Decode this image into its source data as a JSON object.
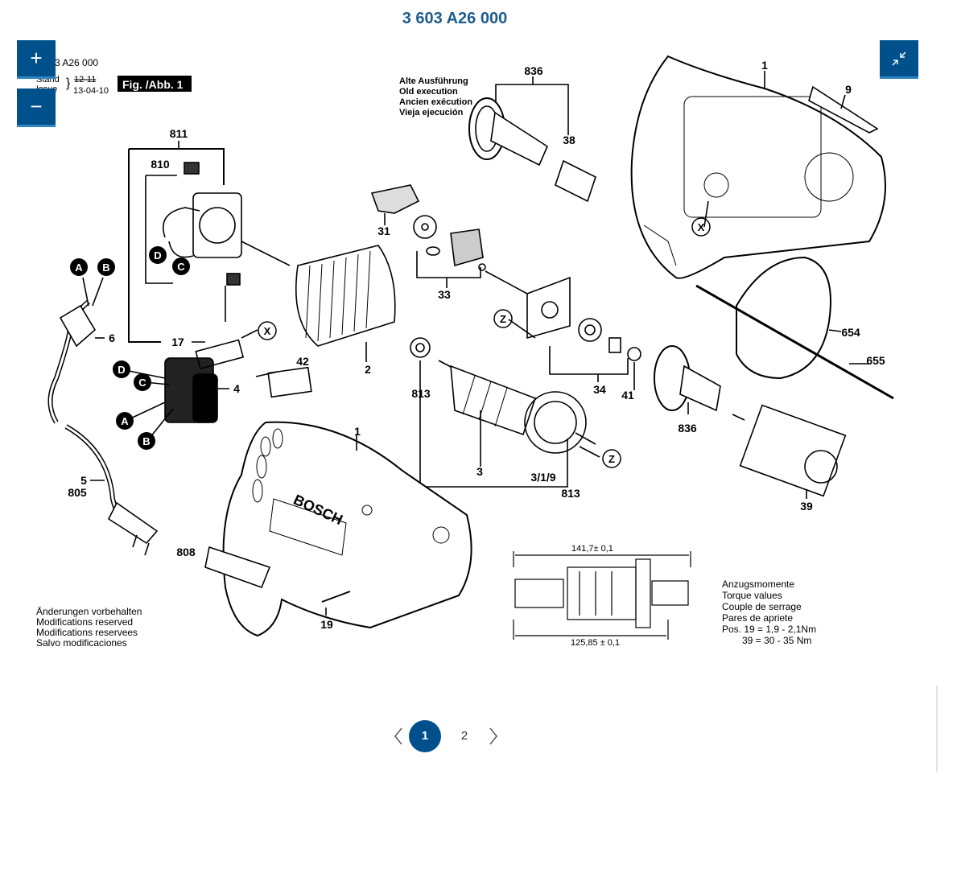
{
  "document": {
    "title": "3 603 A26 000"
  },
  "controls": {
    "zoom_in": "+",
    "zoom_out": "−"
  },
  "pagination": {
    "pages": [
      "1",
      "2"
    ],
    "current": "1"
  },
  "drawing": {
    "header_number": "3 A26 000",
    "stand_label": "Stand",
    "issue_label": "Issue",
    "old_date": "12-11",
    "new_date": "13-04-10",
    "fig_label": "Fig. /Abb. 1",
    "old_execution": [
      "Alte Ausführung",
      "Old execution",
      "Ancien exécution",
      "Vieja ejecución"
    ],
    "modifications": [
      "Änderungen vorbehalten",
      "Modifications reserved",
      "Modifications reservees",
      "Salvo modificaciones"
    ],
    "torque": [
      "Anzugsmomente",
      "Torque values",
      "Couple de serrage",
      "Pares de apriete"
    ],
    "torque_pos19": "Pos. 19  =   1,9  -  2,1Nm",
    "torque_pos39": "39  =   30  -  35 Nm",
    "dim_top": "141,7± 0,1",
    "dim_bottom": "125,85 ± 0,1",
    "brand": "BOSCH",
    "part_labels": {
      "p811": "811",
      "p810": "810",
      "p17": "17",
      "p4": "4",
      "p6": "6",
      "p5": "5",
      "p805": "805",
      "p808": "808",
      "p19": "19",
      "p1a": "1",
      "p1b": "1",
      "p9": "9",
      "p836a": "836",
      "p38": "38",
      "p31": "31",
      "p33": "33",
      "p2": "2",
      "p42": "42",
      "p813a": "813",
      "p3": "3",
      "p319": "3/1/9",
      "p813b": "813",
      "p34": "34",
      "p41": "41",
      "p836b": "836",
      "p39": "39",
      "p654": "654",
      "p655": "655"
    },
    "circle_labels": {
      "A1": "A",
      "B1": "B",
      "D1": "D",
      "C1": "C",
      "X1": "X",
      "D2": "D",
      "C2": "C",
      "A2": "A",
      "B2": "B",
      "X2": "X",
      "Z1": "Z",
      "Z2": "Z"
    }
  }
}
